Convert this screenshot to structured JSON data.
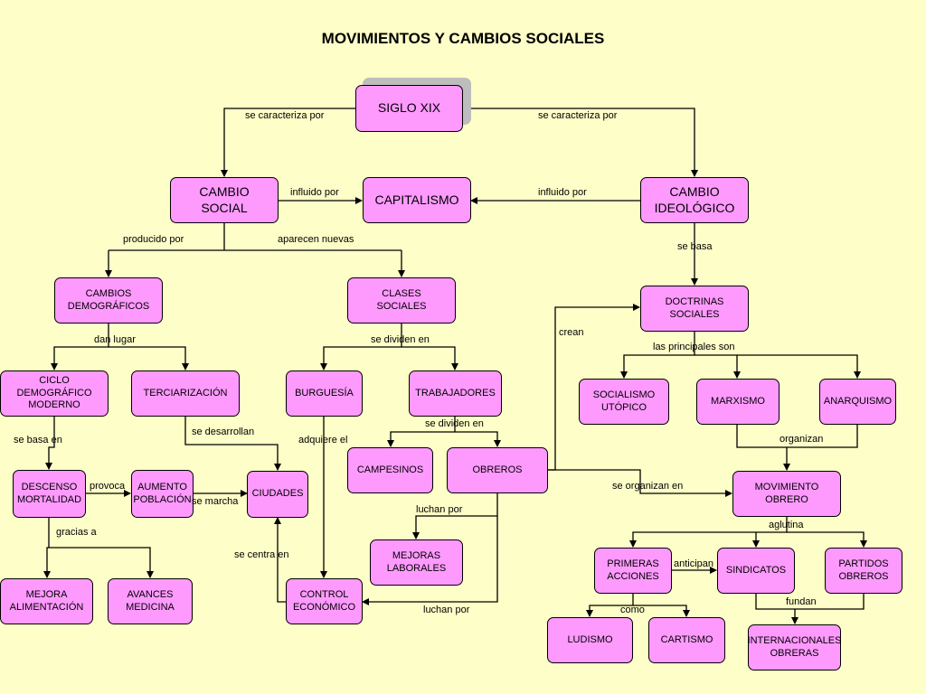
{
  "title": "MOVIMIENTOS Y CAMBIOS SOCIALES",
  "colors": {
    "background": "#fefec8",
    "node_fill": "#fe9afe",
    "border": "#000000"
  },
  "nodes": {
    "siglo_xix": "SIGLO XIX",
    "cambio_social": "CAMBIO\nSOCIAL",
    "capitalismo": "CAPITALISMO",
    "cambio_ideologico": "CAMBIO\nIDEOLÓGICO",
    "cambios_demograficos": "CAMBIOS\nDEMOGRÁFICOS",
    "clases_sociales": "CLASES\nSOCIALES",
    "doctrinas_sociales": "DOCTRINAS\nSOCIALES",
    "ciclo_demografico": "CICLO\nDEMOGRÁFICO\nMODERNO",
    "terciarizacion": "TERCIARIZACIÓN",
    "burguesia": "BURGUESÍA",
    "trabajadores": "TRABAJADORES",
    "socialismo_utopico": "SOCIALISMO\nUTÓPICO",
    "marxismo": "MARXISMO",
    "anarquismo": "ANARQUISMO",
    "campesinos": "CAMPESINOS",
    "obreros": "OBREROS",
    "descenso_mortalidad": "DESCENSO\nMORTALIDAD",
    "aumento_poblacion": "AUMENTO\nPOBLACIÓN",
    "ciudades": "CIUDADES",
    "movimiento_obrero": "MOVIMIENTO\nOBRERO",
    "mejoras_laborales": "MEJORAS\nLABORALES",
    "primeras_acciones": "PRIMERAS\nACCIONES",
    "sindicatos": "SINDICATOS",
    "partidos_obreros": "PARTIDOS\nOBREROS",
    "mejora_alimentacion": "MEJORA\nALIMENTACIÓN",
    "avances_medicina": "AVANCES\nMEDICINA",
    "control_economico": "CONTROL\nECONÓMICO",
    "ludismo": "LUDISMO",
    "cartismo": "CARTISMO",
    "internacionales_obreras": "INTERNACIONALES\nOBRERAS"
  },
  "labels": {
    "se_caracteriza_izq": "se caracteriza por",
    "se_caracteriza_der": "se caracteriza por",
    "influido_izq": "influido por",
    "influido_der": "influido por",
    "producido_por": "producido por",
    "aparecen_nuevas": "aparecen nuevas",
    "se_basa": "se basa",
    "dan_lugar": "dan lugar",
    "se_dividen_en_1": "se dividen en",
    "crean": "crean",
    "las_principales_son": "las principales son",
    "se_dividen_en_2": "se dividen en",
    "se_desarrollan": "se desarrollan",
    "se_basa_en": "se basa en",
    "adquiere_el": "adquiere el",
    "organizan": "organizan",
    "provoca": "provoca",
    "se_marcha": "se marcha",
    "se_organizan_en": "se organizan en",
    "luchan_por_1": "luchan por",
    "gracias_a": "gracias a",
    "aglutina": "aglutina",
    "se_centra_en": "se centra en",
    "anticipan": "anticipan",
    "fundan": "fundan",
    "como": "como",
    "luchan_por_2": "luchan por"
  }
}
